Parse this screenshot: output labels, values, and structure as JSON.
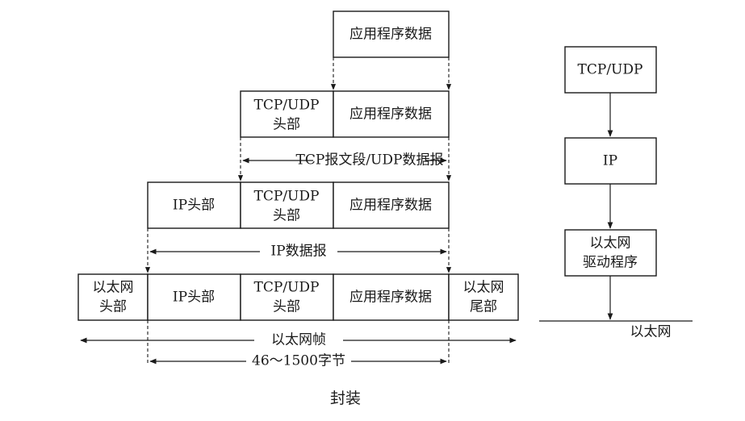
{
  "encapsulation": {
    "app_data": "应用程序数据",
    "tcp_udp_header": [
      "TCP/UDP",
      "头部"
    ],
    "ip_header": "IP头部",
    "eth_header": [
      "以太网",
      "头部"
    ],
    "eth_trailer": [
      "以太网",
      "尾部"
    ],
    "tcp_segment_label": "TCP报文段/UDP数据报",
    "ip_datagram_label": "IP数据报",
    "eth_frame_label": "以太网帧",
    "frame_size_label": "46～1500字节"
  },
  "stack": {
    "tcp_udp": "TCP/UDP",
    "ip": "IP",
    "driver": [
      "以太网",
      "驱动程序"
    ],
    "network": "以太网"
  },
  "caption": "封装"
}
